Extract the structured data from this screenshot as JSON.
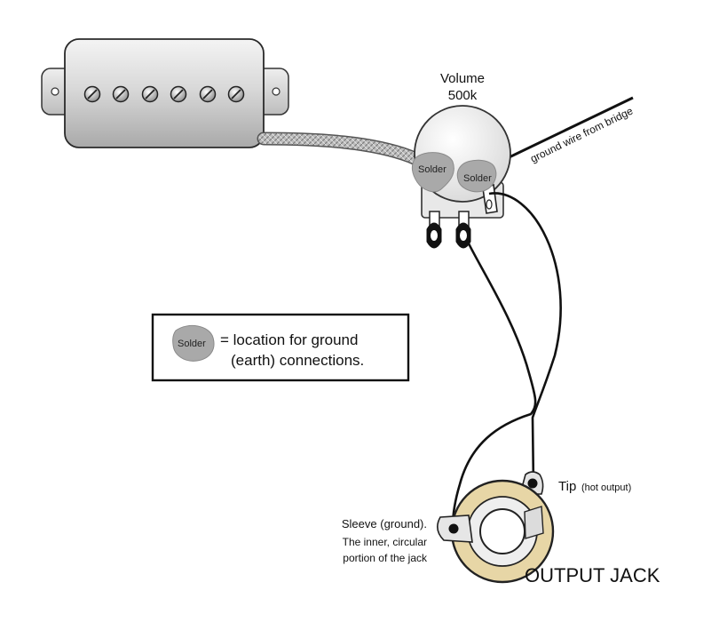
{
  "volume": {
    "title": "Volume",
    "value": "500k"
  },
  "bridge_wire": {
    "label": "ground wire from bridge"
  },
  "solder": {
    "label": "Solder"
  },
  "legend": {
    "solder_label": "Solder",
    "line1": "= location for ground",
    "line2": "(earth) connections."
  },
  "jack": {
    "title": "OUTPUT JACK",
    "tip_label": "Tip",
    "tip_note": "(hot output)",
    "sleeve_line1": "Sleeve (ground).",
    "sleeve_line2": "The inner, circular",
    "sleeve_line3": "portion of the jack"
  }
}
